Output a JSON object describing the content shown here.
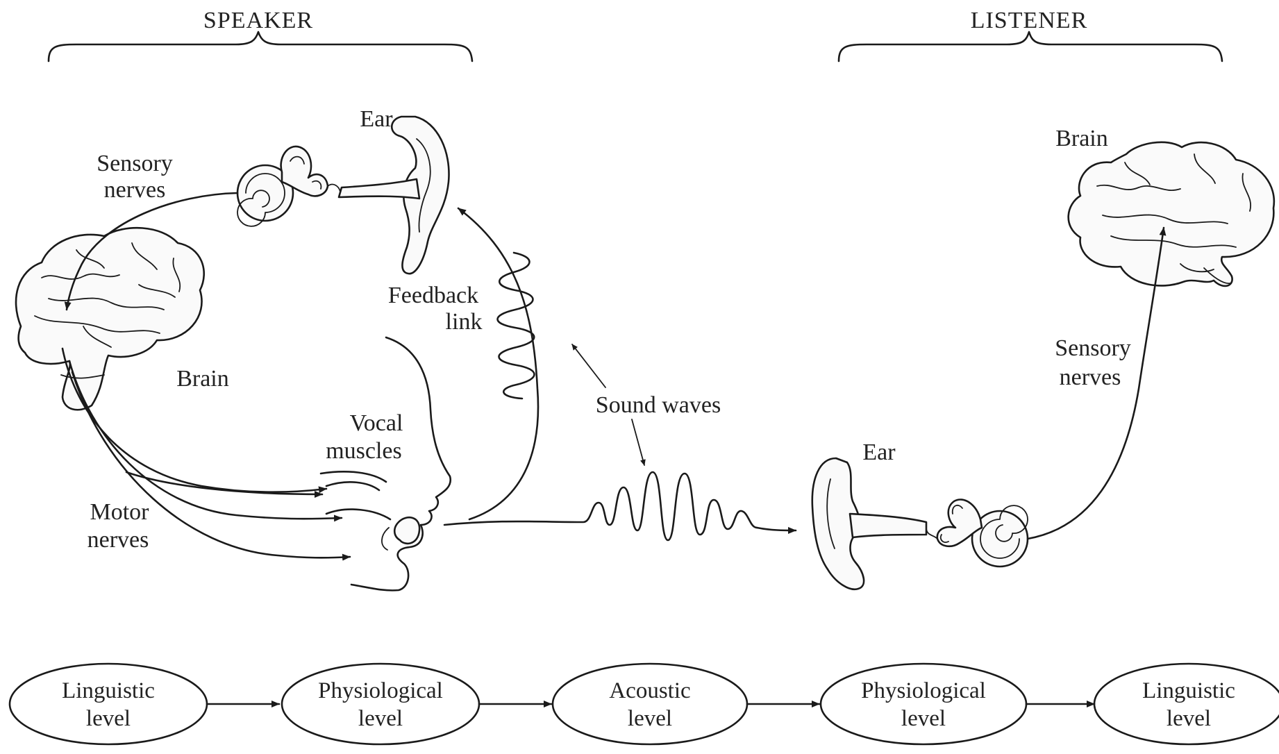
{
  "headers": {
    "speaker": "SPEAKER",
    "listener": "LISTENER"
  },
  "speaker_labels": {
    "ear": "Ear",
    "sensory_nerves": [
      "Sensory",
      "nerves"
    ],
    "brain": "Brain",
    "feedback_link": [
      "Feedback",
      "link"
    ],
    "vocal_muscles": [
      "Vocal",
      "muscles"
    ],
    "motor_nerves": [
      "Motor",
      "nerves"
    ]
  },
  "center_labels": {
    "sound_waves": "Sound waves"
  },
  "listener_labels": {
    "brain": "Brain",
    "sensory_nerves": [
      "Sensory",
      "nerves"
    ],
    "ear": "Ear"
  },
  "levels": [
    {
      "line1": "Linguistic",
      "line2": "level"
    },
    {
      "line1": "Physiological",
      "line2": "level"
    },
    {
      "line1": "Acoustic",
      "line2": "level"
    },
    {
      "line1": "Physiological",
      "line2": "level"
    },
    {
      "line1": "Linguistic",
      "line2": "level"
    }
  ]
}
